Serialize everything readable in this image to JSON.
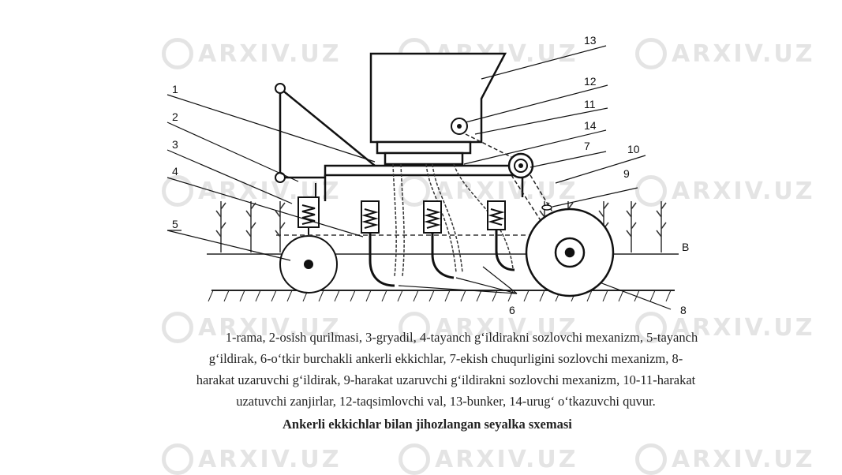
{
  "watermark": "ARXIV.UZ",
  "diagram": {
    "labels": [
      "1",
      "2",
      "3",
      "4",
      "5",
      "6",
      "7",
      "8",
      "9",
      "10",
      "11",
      "12",
      "13",
      "14"
    ],
    "level_label": "B"
  },
  "caption": {
    "line1": "1-rama, 2-osish qurilmasi, 3-gryadil, 4-tayanch g‘ildirakni sozlovchi mexanizm, 5-tayanch",
    "line2": "g‘ildirak, 6-o‘tkir burchakli ankerli ekkichlar, 7-ekish chuqurligini sozlovchi mexanizm, 8-",
    "line3": "harakat uzaruvchi g‘ildirak, 9-harakat uzaruvchi g‘ildirakni sozlovchi mexanizm, 10-11-harakat",
    "line4": "uzatuvchi zanjirlar, 12-taqsimlovchi val, 13-bunker, 14-urug‘ o‘tkazuvchi quvur.",
    "title": "Ankerli ekkichlar bilan jihozlangan seyalka sxemasi"
  }
}
